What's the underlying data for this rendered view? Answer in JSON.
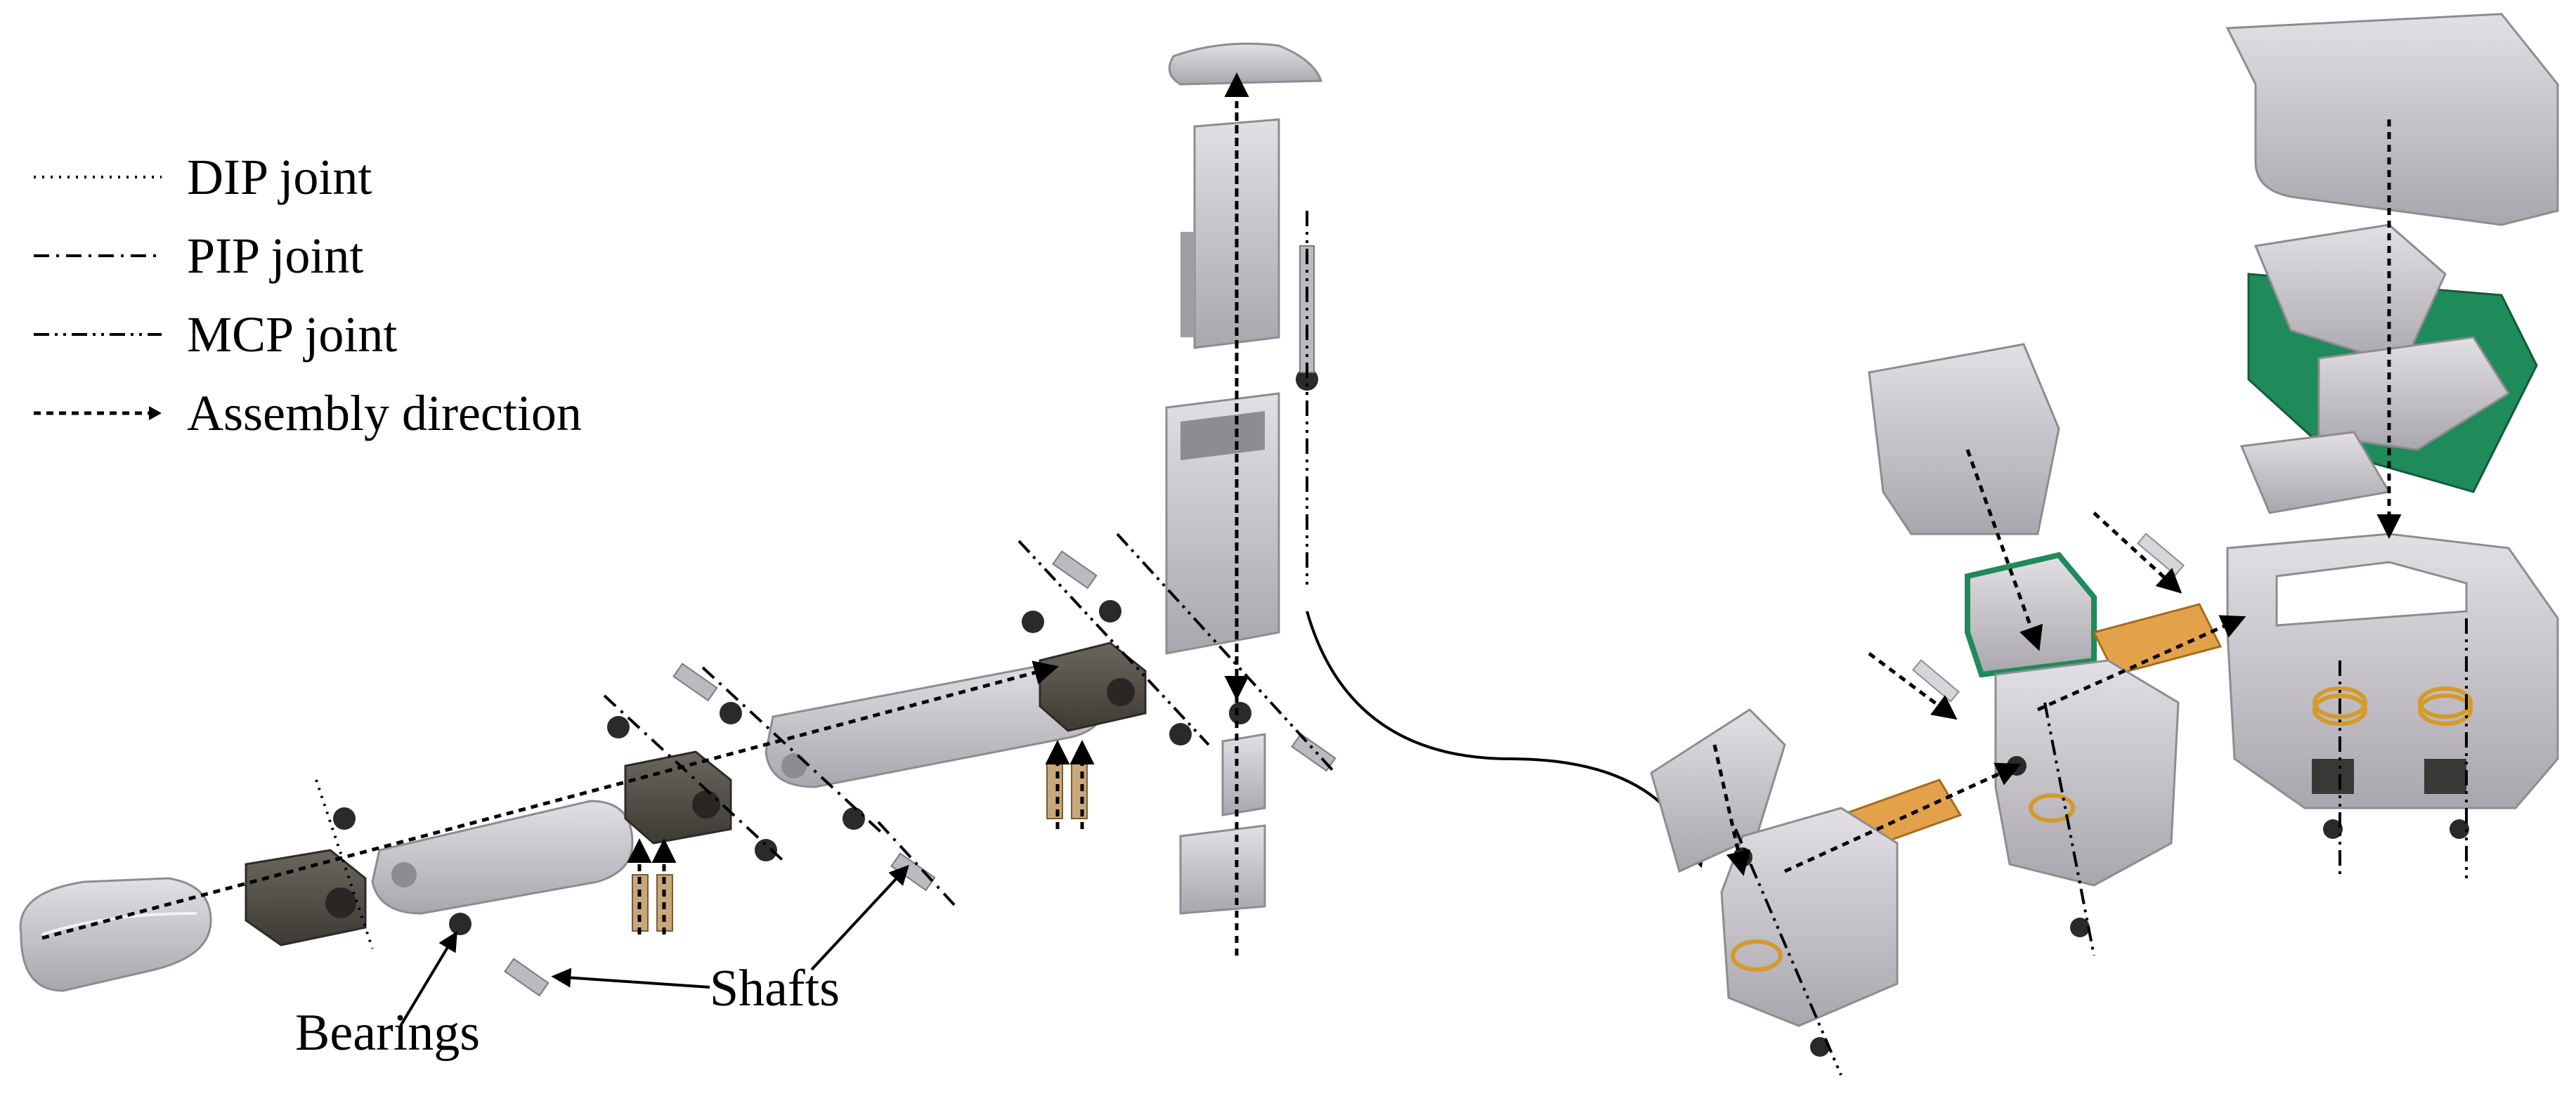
{
  "legend": {
    "items": [
      {
        "label": "DIP joint",
        "style": "dotted"
      },
      {
        "label": "PIP joint",
        "style": "dash-dot"
      },
      {
        "label": "MCP joint",
        "style": "dash-dot-dot"
      },
      {
        "label": "Assembly direction",
        "style": "dashed-arrow"
      }
    ]
  },
  "callouts": {
    "shafts": "Shafts",
    "bearings": "Bearings"
  },
  "colors": {
    "part_light": "#c9c6cc",
    "part_mid": "#a9a6ad",
    "part_dark": "#4a463f",
    "pcb_green": "#1f8a5a",
    "flex_orange": "#e3a24a",
    "spring_gold": "#d49a2a",
    "line": "#000000"
  }
}
